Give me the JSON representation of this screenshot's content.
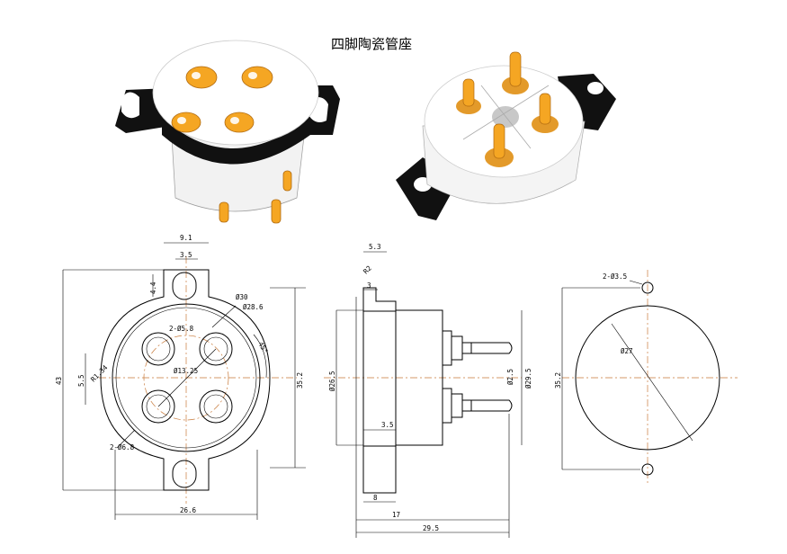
{
  "title": "四脚陶瓷管座",
  "colors": {
    "pin": "#f5a623",
    "pin_dark": "#c9790c",
    "ceramic": "#ffffff",
    "bracket": "#111111",
    "centerline": "#c87a3a"
  },
  "front_view": {
    "dims": {
      "top_width": "9.1",
      "slot_width": "3.5",
      "slot_depth": "4.4",
      "dia_outer": "Ø30",
      "dia_inner": "Ø28.6",
      "hole_pair": "2-Ø5.8",
      "angle": "45°",
      "bolt_circle": "Ø13.25",
      "left_offset": "5.5",
      "radius": "R1.34",
      "total_height": "43",
      "body_height": "35.2",
      "bottom_holes": "2-Ø6.8",
      "bottom_width": "26.6"
    }
  },
  "side_view": {
    "dims": {
      "top": "5.3",
      "chamfer": "R2",
      "flange": "3",
      "left_dia": "Ø26.5",
      "pin_dia": "Ø2.5",
      "right_dia": "Ø29.5",
      "step": "3.5",
      "flange_base": "8",
      "length_17": "17",
      "length_29_5": "29.5"
    }
  },
  "cutout_view": {
    "dims": {
      "holes": "2-Ø3.5",
      "diameter": "Ø27",
      "height": "35.2"
    }
  }
}
